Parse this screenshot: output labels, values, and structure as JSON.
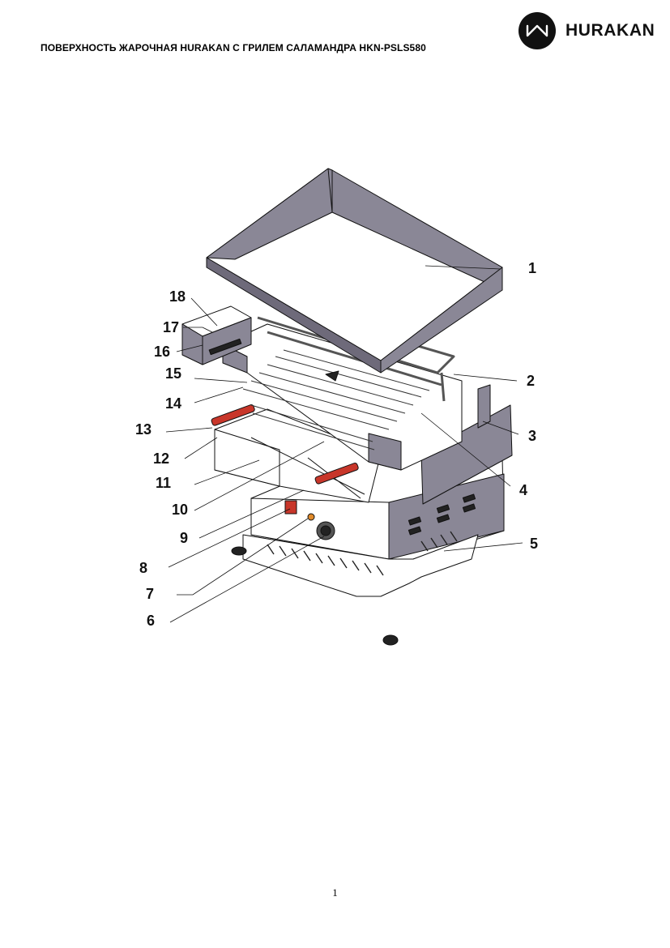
{
  "header": {
    "title": "ПОВЕРХНОСТЬ ЖАРОЧНАЯ HURAKAN С ГРИЛЕМ САЛАМАНДРА HKN-PSLS580",
    "logo_text": "HURAKAN",
    "logo_icon": "wave-loop-icon"
  },
  "diagram": {
    "callouts": [
      "1",
      "2",
      "3",
      "4",
      "5",
      "6",
      "7",
      "8",
      "9",
      "10",
      "11",
      "12",
      "13",
      "14",
      "15",
      "16",
      "17",
      "18"
    ]
  },
  "colors": {
    "panel": "#8a8796",
    "panel_dark": "#6e6a7a",
    "handle": "#c8362a",
    "line": "#111111"
  },
  "footer": {
    "page_number": "1"
  }
}
